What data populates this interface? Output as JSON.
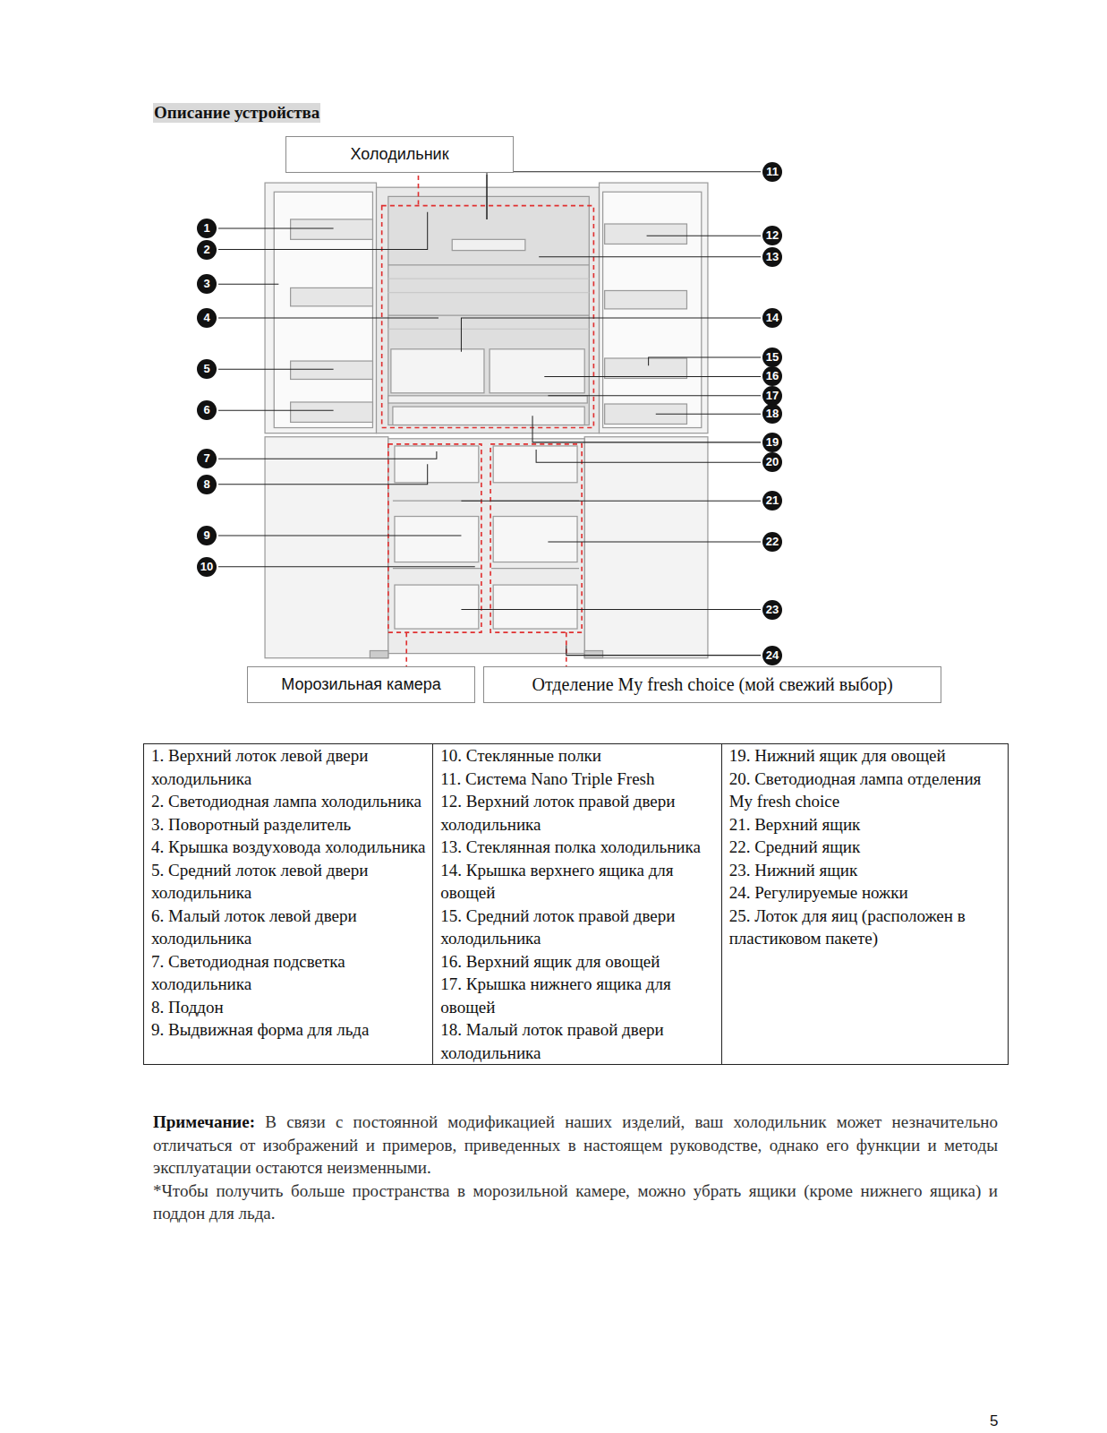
{
  "diagram": {
    "title": "Описание устройства",
    "nodes": [
      {
        "text": [
          "Холодильник"
        ]
      },
      {
        "text": [
          "Морозильная камера"
        ]
      },
      {
        "text": [
          "Отделение My fresh choice (мой свежий выбор)"
        ]
      }
    ],
    "labels": [
      "1",
      "2",
      "3",
      "4",
      "5",
      "6",
      "7",
      "8",
      "9",
      "10",
      "11",
      "12",
      "13",
      "14",
      "15",
      "16",
      "17",
      "18",
      "19",
      "20",
      "21",
      "22",
      "23",
      "24",
      "1. Верхний лоток левой двери холодильника",
      "2. Светодиодная лампа холодильника",
      "3. Поворотный разделитель",
      "4. Крышка воздуховода холодильника",
      "5. Средний лоток левой двери холодильника",
      "6. Малый лоток левой двери холодильника",
      "7. Светодиодная подсветка холодильника",
      "8. Поддон",
      "9. Выдвижная форма для льда",
      "10. Стеклянные полки",
      "11. Система Nano Triple Fresh",
      "12. Верхний лоток правой двери холодильника",
      "13. Стеклянная полка холодильника",
      "14. Крышка верхнего ящика для овощей",
      "15. Средний лоток правой двери холодильника",
      "16. Верхний ящик для овощей",
      "17. Крышка нижнего ящика для овощей",
      "18. Малый лоток правой двери холодильника",
      "19. Нижний ящик для овощей",
      "20. Светодиодная лампа отделения My fresh choice",
      "21. Верхний ящик",
      "22. Средний ящик",
      "23. Нижний ящик",
      "24. Регулируемые ножки",
      "25. Лоток для яиц (расположен в пластиковом пакете)",
      "Примечание:",
      "В связи с постоянной модификацией наших изделий, ваш холодильник может незначительно отличаться от изображений и примеров, приведенных в настоящем руководстве, однако его функции и методы эксплуатации остаются неизменными.",
      "*Чтобы получить больше пространства в морозильной камере, можно убрать ящики (кроме нижнего ящика) и поддон для льда.",
      "5"
    ]
  }
}
